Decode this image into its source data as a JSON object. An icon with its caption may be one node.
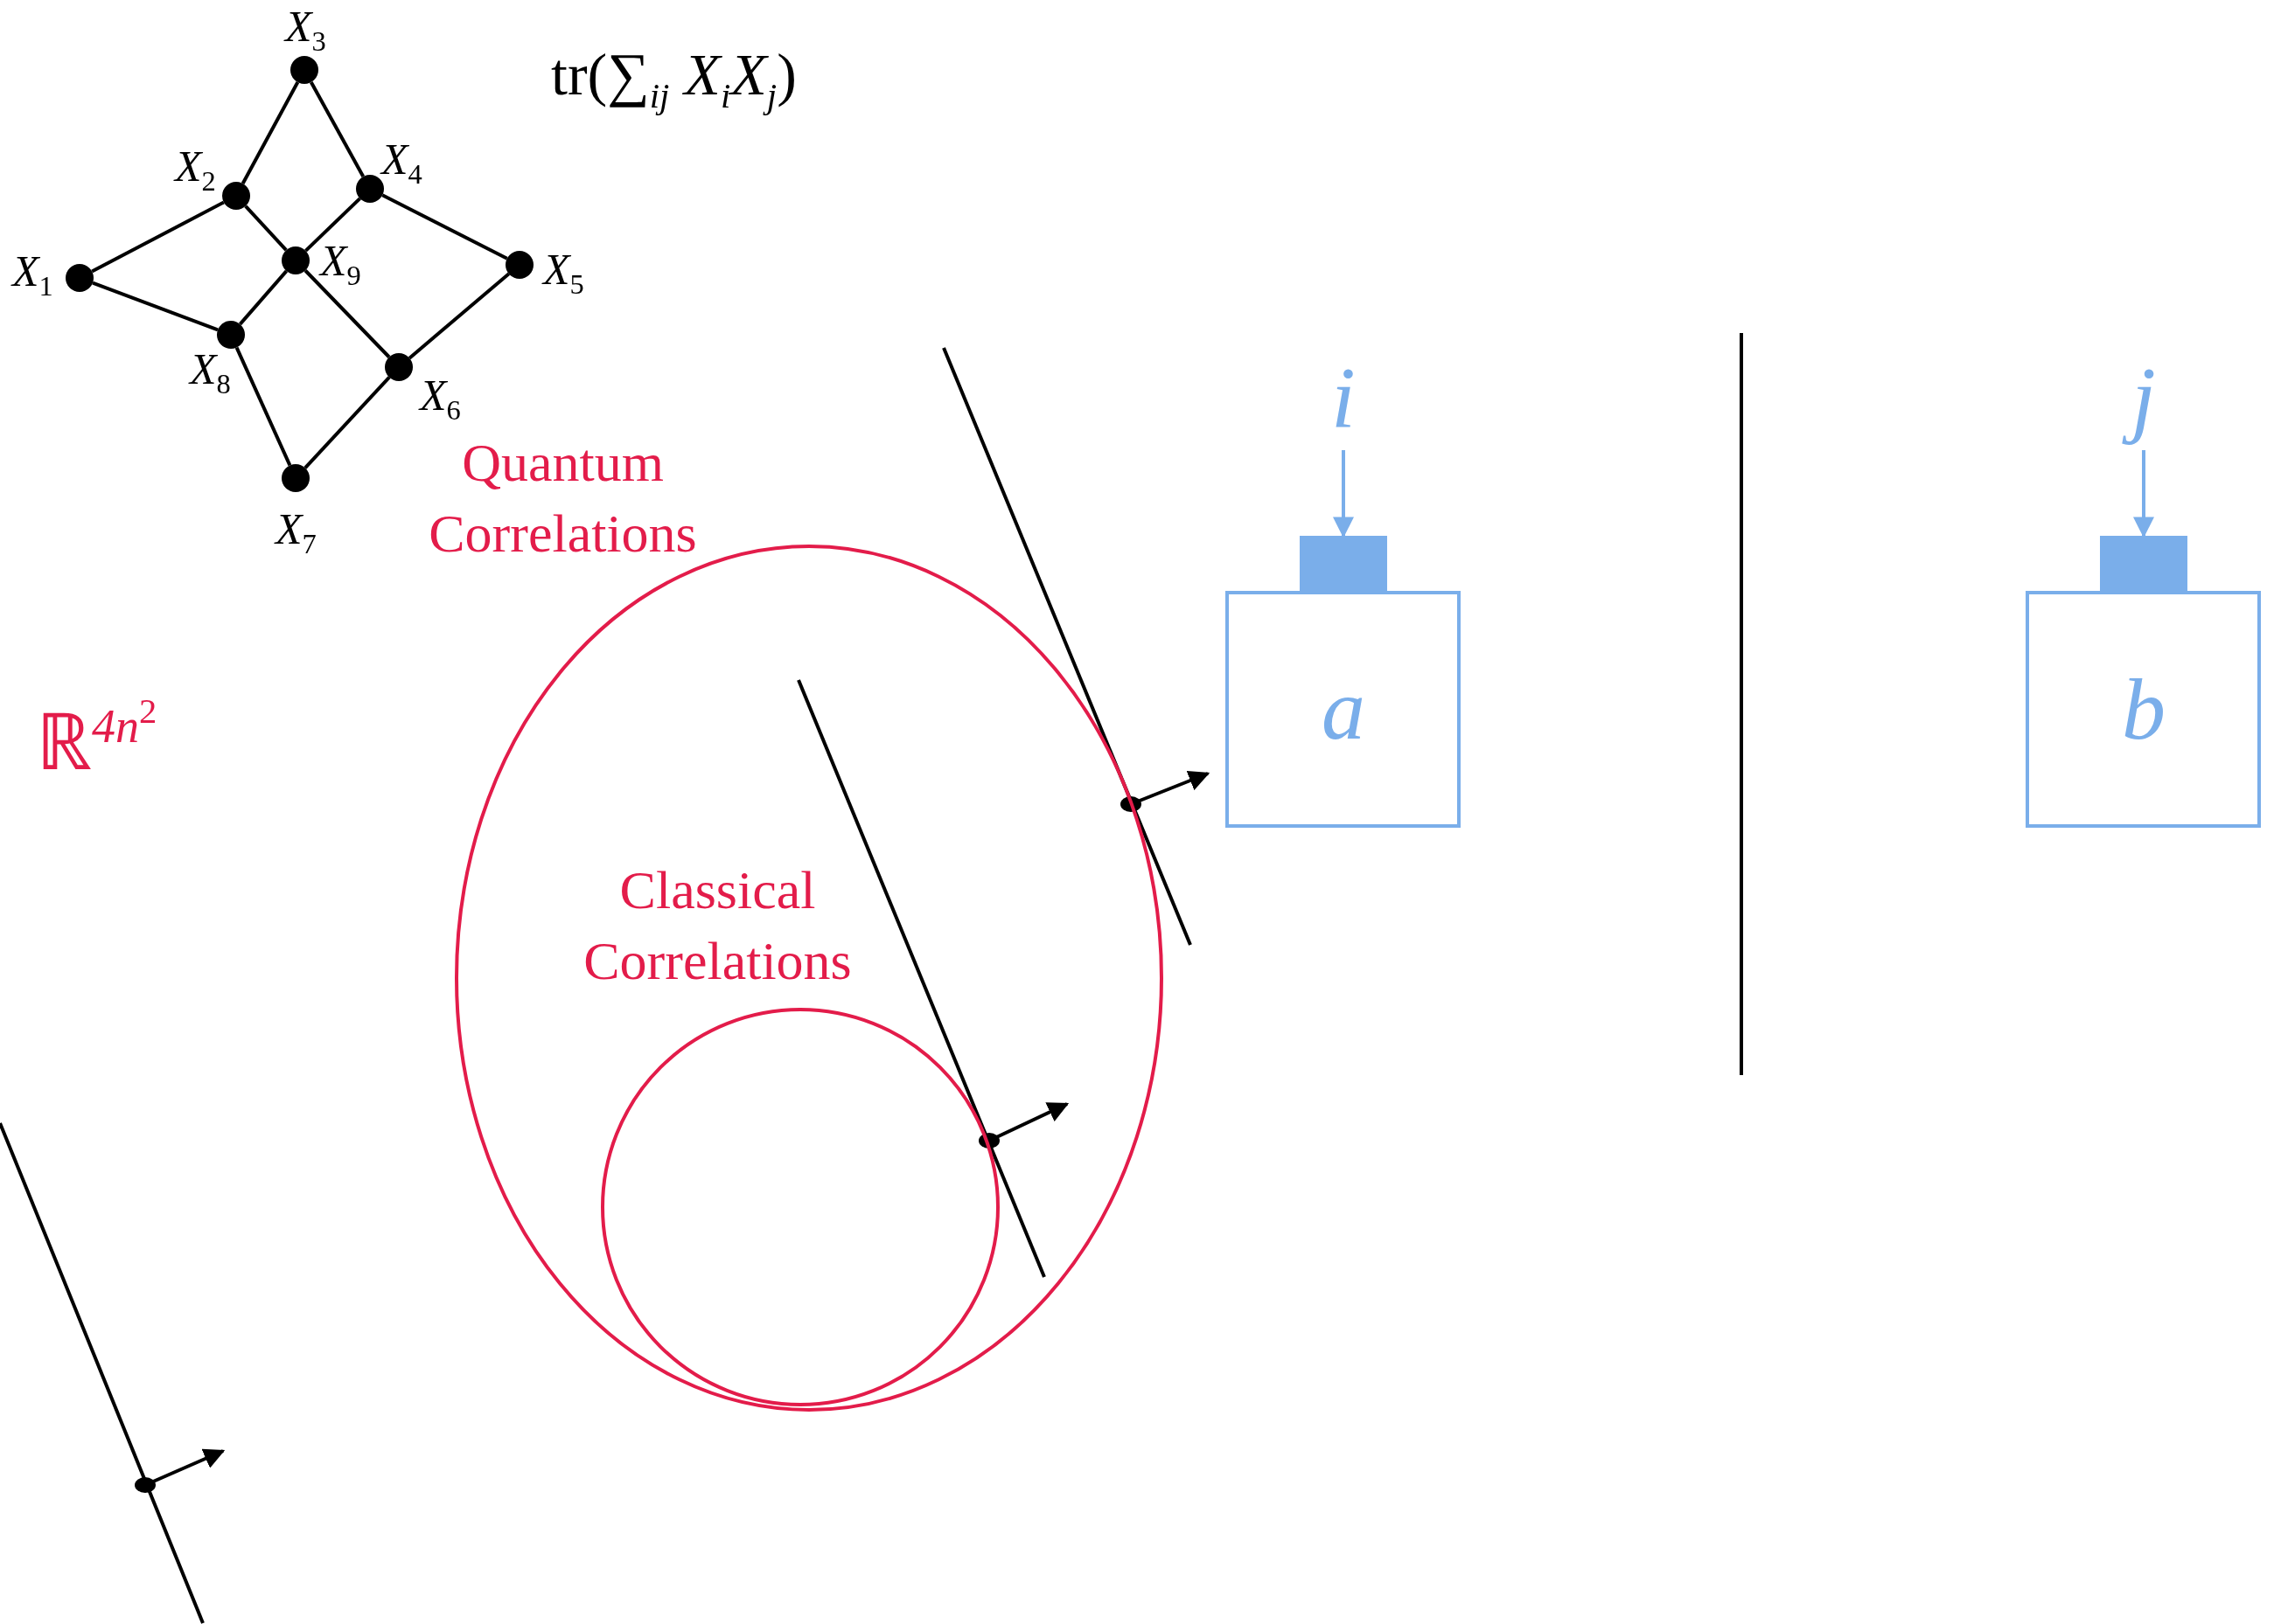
{
  "diagram": {
    "nodes": [
      {
        "text": [],
        "shape": "circle",
        "beside": [
          "X$_{1}$"
        ]
      },
      {
        "text": [],
        "shape": "circle",
        "beside": [
          "X$_{2}$"
        ]
      },
      {
        "text": [],
        "shape": "circle",
        "beside": [
          "X$_{3}$"
        ]
      },
      {
        "text": [],
        "shape": "circle",
        "beside": [
          "X$_{4}$"
        ]
      },
      {
        "text": [],
        "shape": "circle",
        "beside": [
          "X$_{5}$"
        ]
      },
      {
        "text": [],
        "shape": "circle",
        "beside": [
          "X$_{6}$"
        ]
      },
      {
        "text": [],
        "shape": "circle",
        "beside": [
          "X$_{7}$"
        ]
      },
      {
        "text": [],
        "shape": "circle",
        "beside": [
          "X$_{8}$"
        ]
      },
      {
        "text": [],
        "shape": "circle",
        "beside": [
          "X$_{9}$"
        ]
      },
      {
        "text": [
          "Quantum Correlations"
        ]
      },
      {
        "text": [
          "Classical Correlations"
        ],
        "in": 9
      },
      {
        "text": [
          "i"
        ]
      },
      {
        "text": [
          "a"
        ]
      },
      {
        "text": [
          "j"
        ]
      },
      {
        "text": [
          "b"
        ]
      }
    ],
    "edges": [
      {
        "from": 0,
        "to": 1,
        "arrow": "none"
      },
      {
        "from": 0,
        "to": 7,
        "arrow": "none"
      },
      {
        "from": 1,
        "to": 2,
        "arrow": "none"
      },
      {
        "from": 2,
        "to": 3,
        "arrow": "none"
      },
      {
        "from": 1,
        "to": 8,
        "arrow": "none"
      },
      {
        "from": 3,
        "to": 8,
        "arrow": "none"
      },
      {
        "from": 3,
        "to": 4,
        "arrow": "none"
      },
      {
        "from": 4,
        "to": 5,
        "arrow": "none"
      },
      {
        "from": 8,
        "to": 5,
        "arrow": "none"
      },
      {
        "from": 8,
        "to": 7,
        "arrow": "none"
      },
      {
        "from": 7,
        "to": 6,
        "arrow": "none"
      },
      {
        "from": 6,
        "to": 5,
        "arrow": "none"
      },
      {
        "from": 11,
        "to": 12,
        "arrow": "to",
        "color": "#7aaeea"
      },
      {
        "from": 13,
        "to": 14,
        "arrow": "to",
        "color": "#7aaeea"
      }
    ],
    "labels": [
      "tr(∑$_{ij}$ *X*$_{i}$*X*$_{j}$)",
      "ℝ$^{4n}$$^{2}$"
    ]
  }
}
